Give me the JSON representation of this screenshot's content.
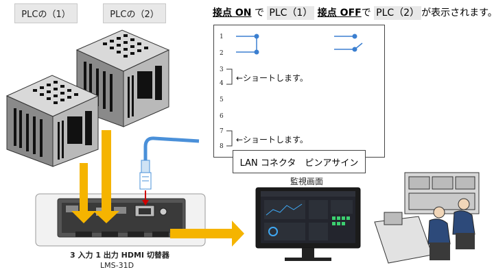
{
  "labels": {
    "plc1": "PLCの（1）",
    "plc2": "PLCの（2）"
  },
  "caption": {
    "on_label": "接点 ON",
    "seg1": "で",
    "plc1": "PLC（1）",
    "off_label": "接点 OFF",
    "seg2": "で",
    "plc2": "PLC（2）",
    "seg3": "が表示されます。"
  },
  "pins": {
    "numbers": [
      "1",
      "2",
      "3",
      "4",
      "5",
      "6",
      "7",
      "8"
    ],
    "short_34": "←ショートします。",
    "short_78": "←ショートします。"
  },
  "lan_label": "LAN コネクタ　ピンアサイン",
  "monitor_label": "監視画面",
  "switcher": {
    "name": "3 入力 1 出力 HDMI 切替器",
    "model": "LMS-31D"
  },
  "colors": {
    "arrow": "#f5b400",
    "cable": "#4a90d9",
    "switch_line": "#3b7fd0",
    "red_arrow": "#d00000"
  }
}
